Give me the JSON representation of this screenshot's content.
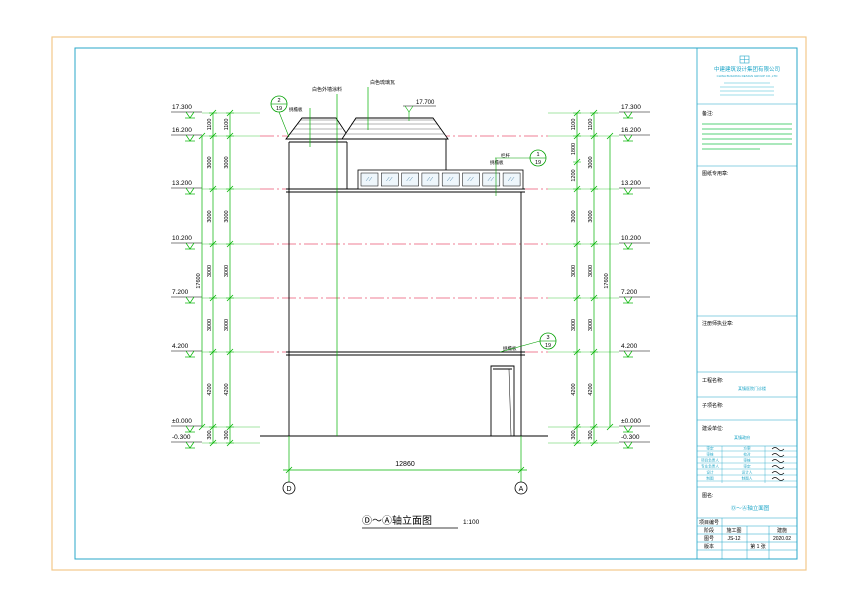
{
  "drawing": {
    "title": "Ⓓ～Ⓐ轴立面图",
    "scale": "1:100",
    "total_width_dim": "12860",
    "axis_left": "D",
    "axis_right": "A"
  },
  "levels": {
    "left": [
      "17.300",
      "16.200",
      "13.200",
      "10.200",
      "7.200",
      "4.200",
      "±0.000",
      "-0.300"
    ],
    "right": [
      "17.300",
      "16.200",
      "13.200",
      "10.200",
      "7.200",
      "4.200",
      "±0.000",
      "-0.300"
    ],
    "roof_peak": "17.700"
  },
  "dims_left_outer": [
    "1100",
    "3000",
    "3000",
    "3000",
    "3000",
    "4200",
    "300"
  ],
  "dims_left_inner": [
    "1100",
    "3000",
    "3000",
    "3000",
    "3000",
    "4200",
    "300"
  ],
  "dims_left_total": "17600",
  "dims_right_outer": [
    "1100",
    "1800",
    "1200",
    "3000",
    "3000",
    "3000",
    "4200",
    "300"
  ],
  "dims_right_inner": [
    "1100",
    "3000",
    "3000",
    "3000",
    "3000",
    "4200",
    "300"
  ],
  "dims_right_total": "17600",
  "annotations": {
    "white_coating": "白色外墙涂料",
    "white_tile": "白色琉璃瓦",
    "eave_left": "挑檐板",
    "railing": "栏杆",
    "eave_right": "挑檐板",
    "eave_bottom": "挑檐板"
  },
  "callouts": [
    {
      "num": "2",
      "sheet": "19"
    },
    {
      "num": "1",
      "sheet": "19"
    },
    {
      "num": "3",
      "sheet": "19"
    }
  ],
  "title_block": {
    "company": "中建建筑设计集团有限公司",
    "company_sub": "CHINA BUILDING DESIGN GROUP CO.,LTD",
    "notes_label": "备注:",
    "stamp_label": "图纸专用章:",
    "reg_label": "注册师执业章:",
    "project_label": "工程名称:",
    "project_name": "某镇医院门诊楼",
    "sub_label": "子项名称:",
    "client_label": "建设单位:",
    "client_name": "某镇政府",
    "roles": [
      "审定",
      "审核",
      "项目负责人",
      "专业负责人",
      "设计",
      "制图"
    ],
    "names": [
      "方案",
      "校对",
      "审核",
      "审定",
      "设计人",
      "制图人"
    ],
    "drawing_name_label": "图名:",
    "drawing_name": "Ⓓ～Ⓐ轴立面图",
    "project_no_label": "项目编号",
    "stage_label": "阶段",
    "stage_value": "施工图",
    "major_label": "专业",
    "major_value": "建施",
    "no_label": "图号",
    "no_value": "JS-12",
    "date_value": "2020.02",
    "version_label": "版本",
    "sheet_label": "第 1 张"
  },
  "colors": {
    "frame_outer": "#f2c98a",
    "frame_inner": "#2aa7c8",
    "dim_green": "#00b400",
    "level_red": "#e0002a",
    "callout_green": "#00a000",
    "title_block_cyan": "#1fa6c8"
  }
}
